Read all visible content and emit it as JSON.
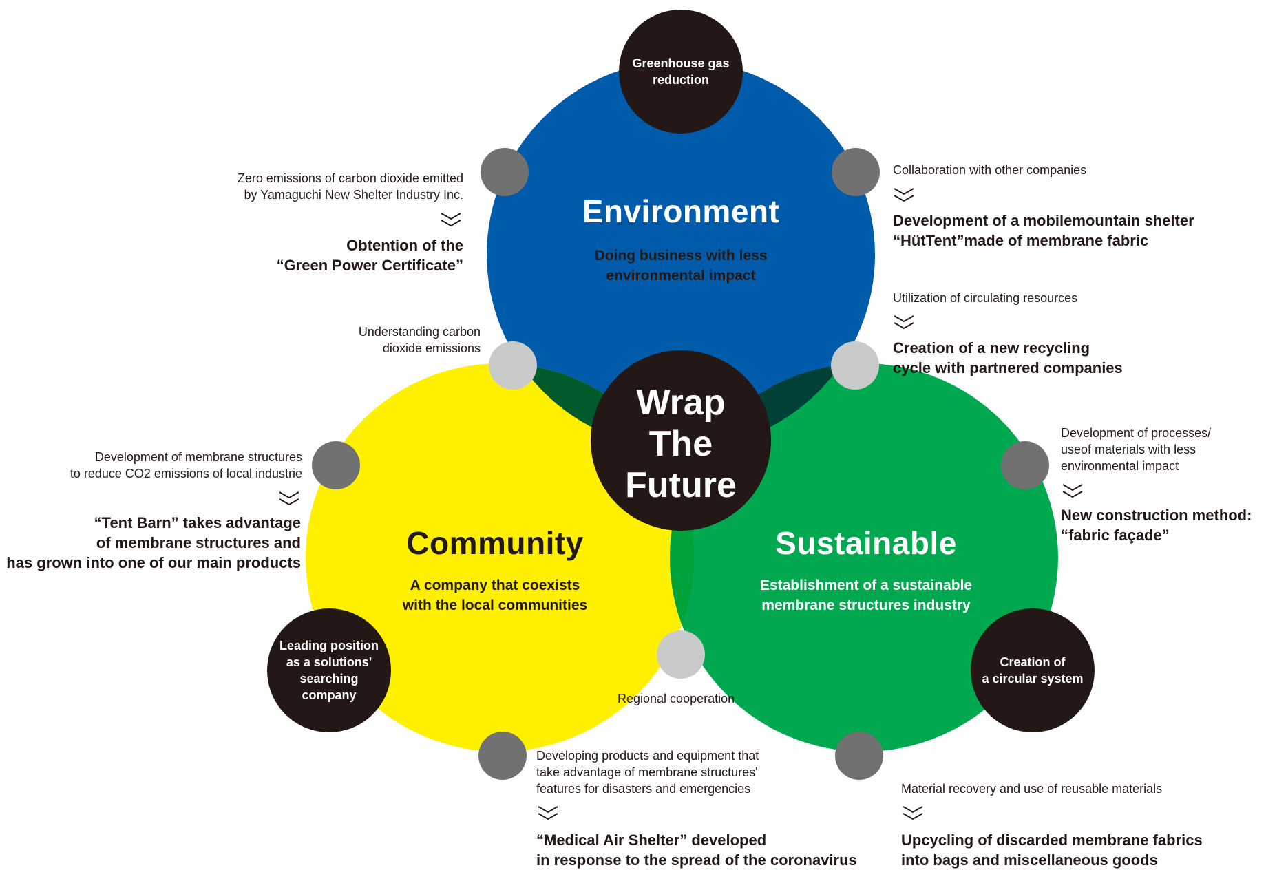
{
  "center": {
    "line1": "Wrap",
    "line2": "The",
    "line3": "Future"
  },
  "circles": {
    "environment": {
      "title": "Environment",
      "sub1": "Doing business with less",
      "sub2": "environmental impact",
      "color": "#005BAA"
    },
    "community": {
      "title": "Community",
      "sub1": "A company that coexists",
      "sub2": "with the local communities",
      "color": "#FFF000"
    },
    "sustainable": {
      "title": "Sustainable",
      "sub1": "Establishment of a sustainable",
      "sub2": "membrane structures industry",
      "color": "#00A950"
    }
  },
  "badges": {
    "greenhouse": {
      "line1": "Greenhouse gas",
      "line2": "reduction"
    },
    "leading": {
      "line1": "Leading position",
      "line2": "as a solutions'",
      "line3": "searching",
      "line4": "company"
    },
    "circular": {
      "line1": "Creation of",
      "line2": "a circular system"
    }
  },
  "items": {
    "zero_emissions": {
      "label1": "Zero emissions of carbon dioxide emitted",
      "label2": "by Yamaguchi New Shelter Industry Inc.",
      "result1": "Obtention of the",
      "result2": "“Green Power Certificate”"
    },
    "understanding": {
      "label1": "Understanding carbon",
      "label2": "dioxide emissions"
    },
    "collaboration": {
      "label1": "Collaboration with other companies",
      "result1": "Development of a mobilemountain shelter",
      "result2": "“HütTent”made of membrane fabric"
    },
    "circulating": {
      "label1": "Utilization of circulating resources",
      "result1": "Creation of a new recycling",
      "result2": "cycle with partnered companies"
    },
    "membrane_co2": {
      "label1": "Development of membrane structures",
      "label2": "to reduce CO2 emissions of local industrie",
      "result1": "“Tent Barn” takes advantage",
      "result2": "of membrane structures and",
      "result3": "has grown into one of our main products"
    },
    "processes": {
      "label1": "Development of processes/",
      "label2": "useof materials with less",
      "label3": "environmental impact",
      "result1": "New construction method:",
      "result2": "“fabric façade”"
    },
    "regional": {
      "label1": "Regional cooperation"
    },
    "disasters": {
      "label1": "Developing products and equipment that",
      "label2": "take advantage of membrane structures'",
      "label3": "features for disasters and emergencies",
      "result1": "“Medical Air Shelter” developed",
      "result2": "in response to the spread of the coronavirus"
    },
    "recovery": {
      "label1": "Material recovery and use of reusable materials",
      "result1": "Upcycling of discarded membrane fabrics",
      "result2": "into bags and miscellaneous goods"
    }
  },
  "colors": {
    "badge": "#231815",
    "node_dark": "#727171",
    "node_light": "#C9CACA",
    "overlap_env_com": "#005A2B",
    "overlap_env_sus": "#004037",
    "overlap_com_sus": "#00A33A"
  }
}
